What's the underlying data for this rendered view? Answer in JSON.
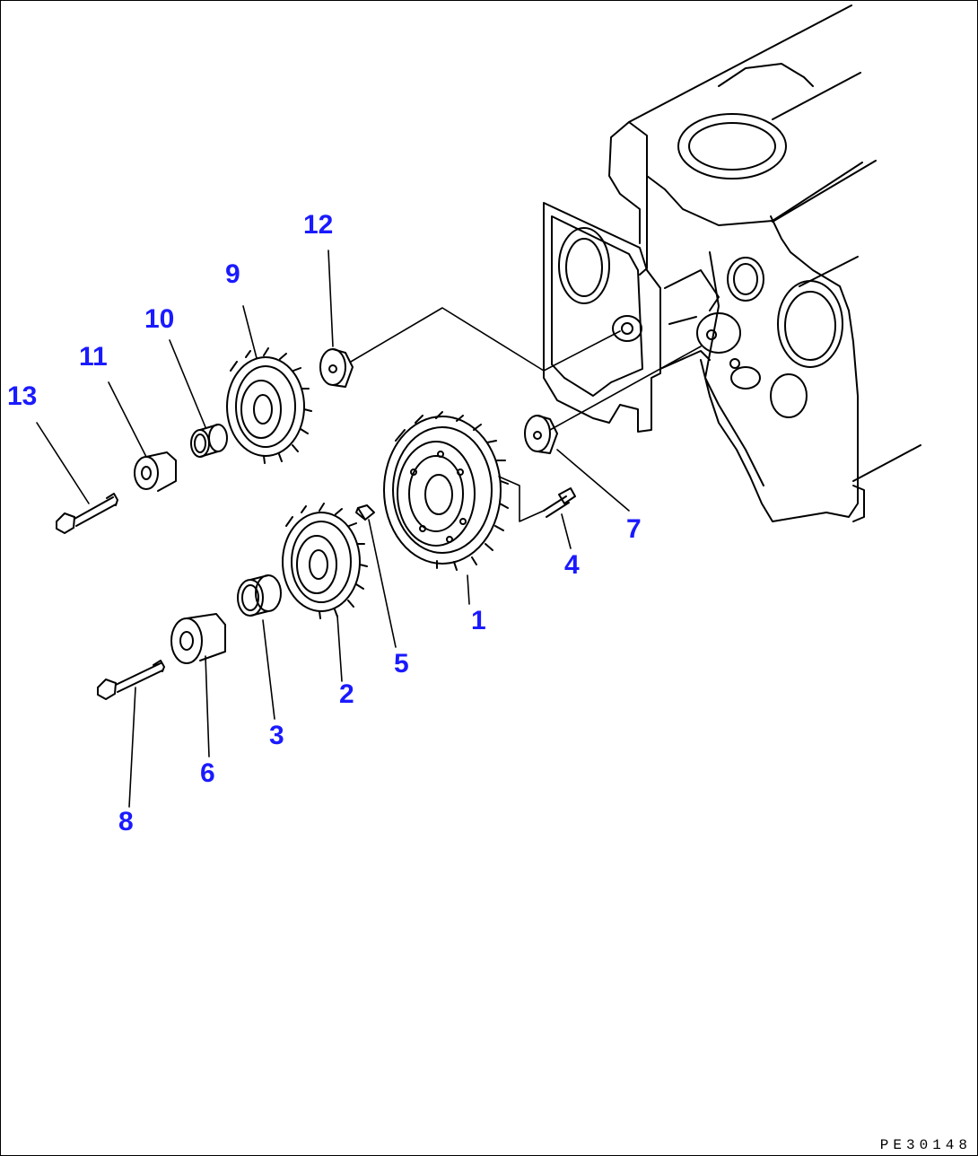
{
  "diagram": {
    "drawing_code": "PE30148",
    "callouts": [
      {
        "id": "1",
        "label": "1"
      },
      {
        "id": "2",
        "label": "2"
      },
      {
        "id": "3",
        "label": "3"
      },
      {
        "id": "4",
        "label": "4"
      },
      {
        "id": "5",
        "label": "5"
      },
      {
        "id": "6",
        "label": "6"
      },
      {
        "id": "7",
        "label": "7"
      },
      {
        "id": "8",
        "label": "8"
      },
      {
        "id": "9",
        "label": "9"
      },
      {
        "id": "10",
        "label": "10"
      },
      {
        "id": "11",
        "label": "11"
      },
      {
        "id": "12",
        "label": "12"
      },
      {
        "id": "13",
        "label": "13"
      }
    ],
    "colors": {
      "callout": "#1a1aff",
      "line": "#000000",
      "background": "#ffffff"
    }
  }
}
